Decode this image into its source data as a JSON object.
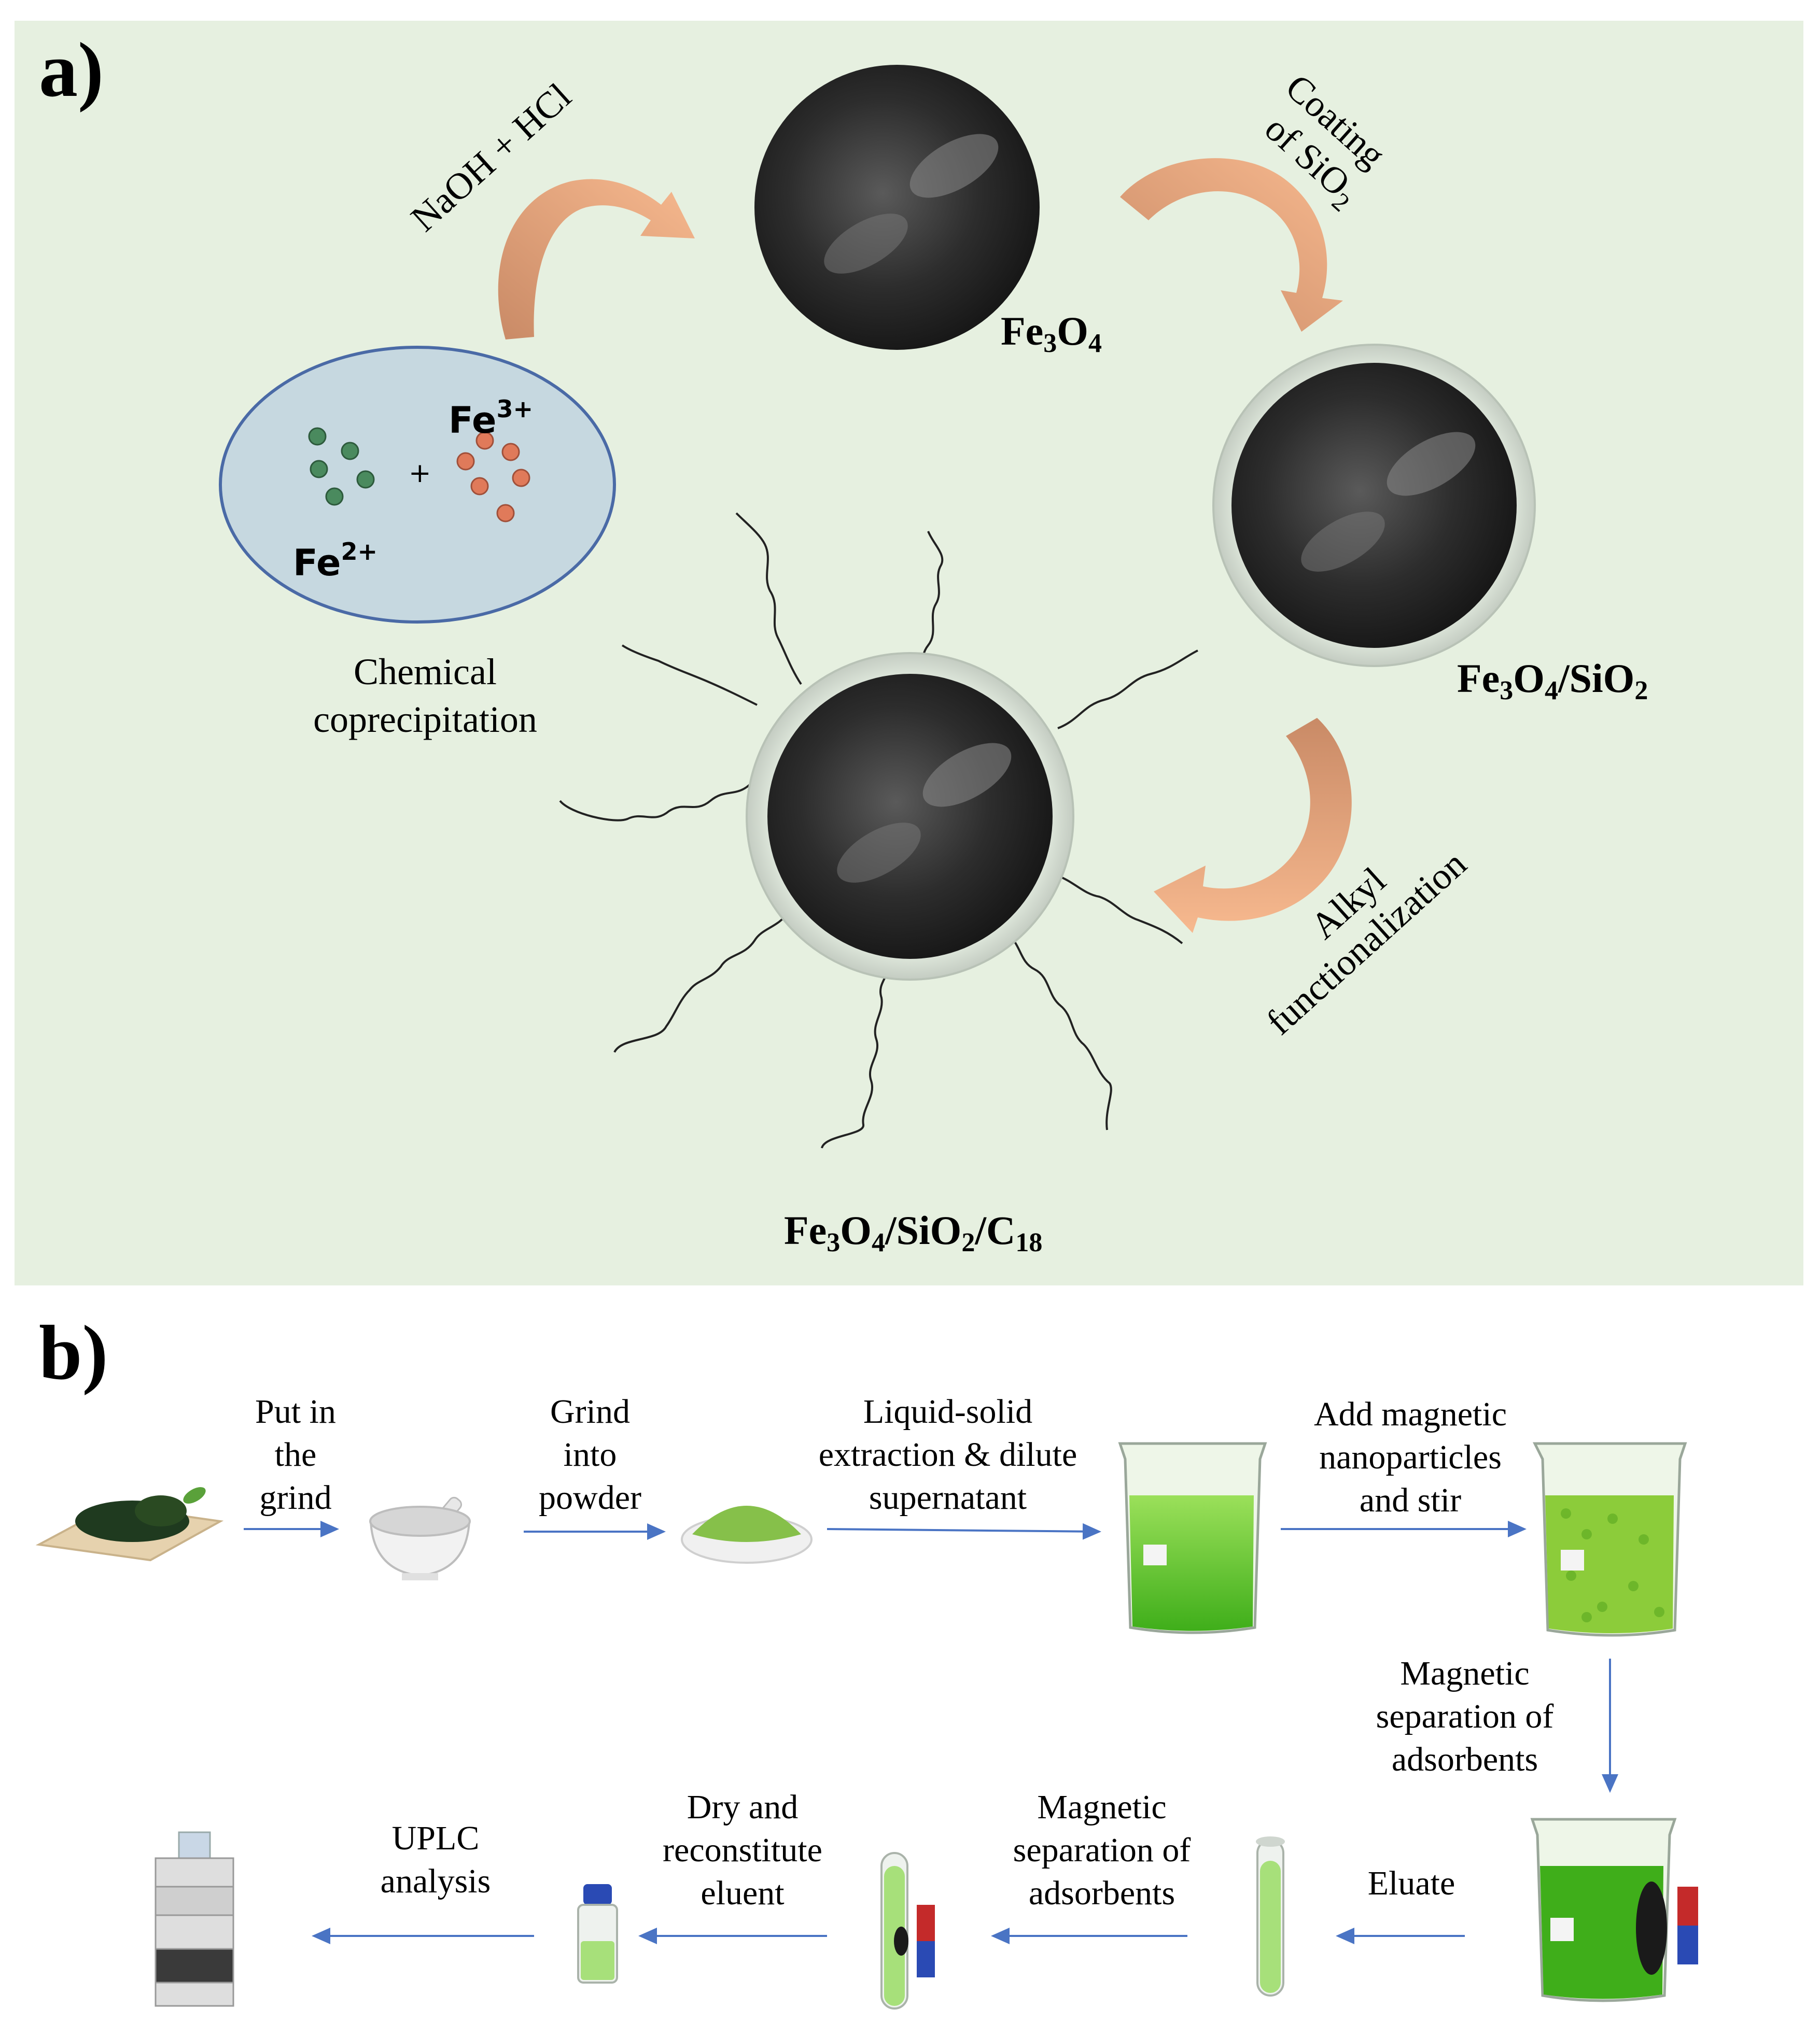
{
  "panel_a": {
    "label": "a)",
    "reagent": "NaOH + HCl",
    "ions": {
      "fe2": "Fe",
      "fe2_charge": "2+",
      "fe3": "Fe",
      "fe3_charge": "3+",
      "plus": "+"
    },
    "method_line1": "Chemical",
    "method_line2": "coprecipitation",
    "coating_line1": "Coating",
    "coating_line2a": "of SiO",
    "coating_line2_sub": "2",
    "alkyl_line1": "Alkyl",
    "alkyl_line2": "functionalization",
    "fe3o4": {
      "a": "Fe",
      "s1": "3",
      "b": "O",
      "s2": "4"
    },
    "fe3o4_sio2": {
      "a": "Fe",
      "s1": "3",
      "b": "O",
      "s2": "4",
      "c": "/SiO",
      "s3": "2"
    },
    "fe3o4_sio2_c18": {
      "a": "Fe",
      "s1": "3",
      "b": "O",
      "s2": "4",
      "c": "/SiO",
      "s3": "2",
      "d": "/C",
      "s4": "18"
    }
  },
  "panel_b": {
    "label": "b)",
    "steps": {
      "put_in_grind": [
        "Put in",
        "the",
        "grind"
      ],
      "grind_powder": [
        "Grind",
        "into",
        "powder"
      ],
      "extraction": [
        "Liquid-solid",
        "extraction & dilute",
        "supernatant"
      ],
      "add_np": [
        "Add magnetic",
        "nanoparticles",
        "and stir"
      ],
      "mag_sep_1": [
        "Magnetic",
        "separation of",
        "adsorbents"
      ],
      "eluate": [
        "Eluate"
      ],
      "mag_sep_2": [
        "Magnetic",
        "separation of",
        "adsorbents"
      ],
      "dry": [
        "Dry and",
        "reconstitute",
        "eluent"
      ],
      "uplc": [
        "UPLC",
        "analysis"
      ]
    }
  },
  "colors": {
    "panel_a_bg": "#e6f0e0",
    "arrow_light": "#f7b98f",
    "arrow_dark": "#c98a66",
    "flow_arrow": "#4a74c4",
    "fe2_dot": "#4a8a5e",
    "fe3_dot": "#e07a5a",
    "ellipse_fill": "#c6d8e0",
    "ellipse_stroke": "#4a6aa6",
    "liquid_green": "#6fcf2a"
  }
}
